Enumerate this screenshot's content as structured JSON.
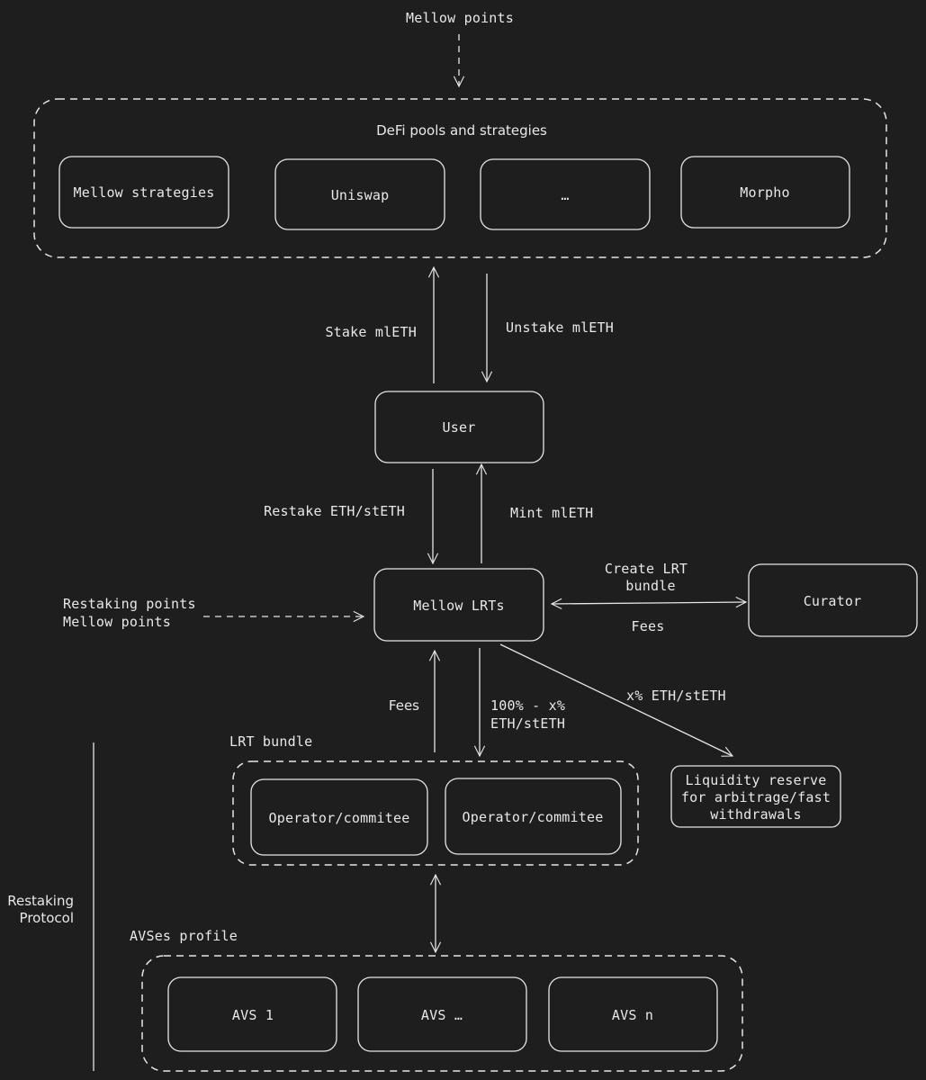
{
  "labels": {
    "mellow_points_top": "Mellow points",
    "defi_group_title": "DeFi pools and strategies",
    "stake": "Stake mlETH",
    "unstake": "Unstake mlETH",
    "restake": "Restake ETH/stETH",
    "mint": "Mint mlETH",
    "create_lrt_line1": "Create LRT",
    "create_lrt_line2": "bundle",
    "fees_curator": "Fees",
    "restaking_points": "Restaking points",
    "mellow_points_left": "Mellow points",
    "fees_bundle": "Fees",
    "pct_line1": "100% - x%",
    "pct_line2": "ETH/stETH",
    "x_pct": "x% ETH/stETH",
    "lrt_bundle": "LRT bundle",
    "restaking_protocol_line1": "Restaking",
    "restaking_protocol_line2": "Protocol",
    "avses_profile": "AVSes profile"
  },
  "nodes": {
    "mellow_strategies": "Mellow strategies",
    "uniswap": "Uniswap",
    "ellipsis": "…",
    "morpho": "Morpho",
    "user": "User",
    "mellow_lrts": "Mellow LRTs",
    "curator": "Curator",
    "operator1": "Operator/commitee",
    "operator2": "Operator/commitee",
    "liquidity_line1": "Liquidity reserve",
    "liquidity_line2": "for arbitrage/fast",
    "liquidity_line3": "withdrawals",
    "avs1": "AVS 1",
    "avs_mid": "AVS …",
    "avs_n": "AVS n"
  }
}
